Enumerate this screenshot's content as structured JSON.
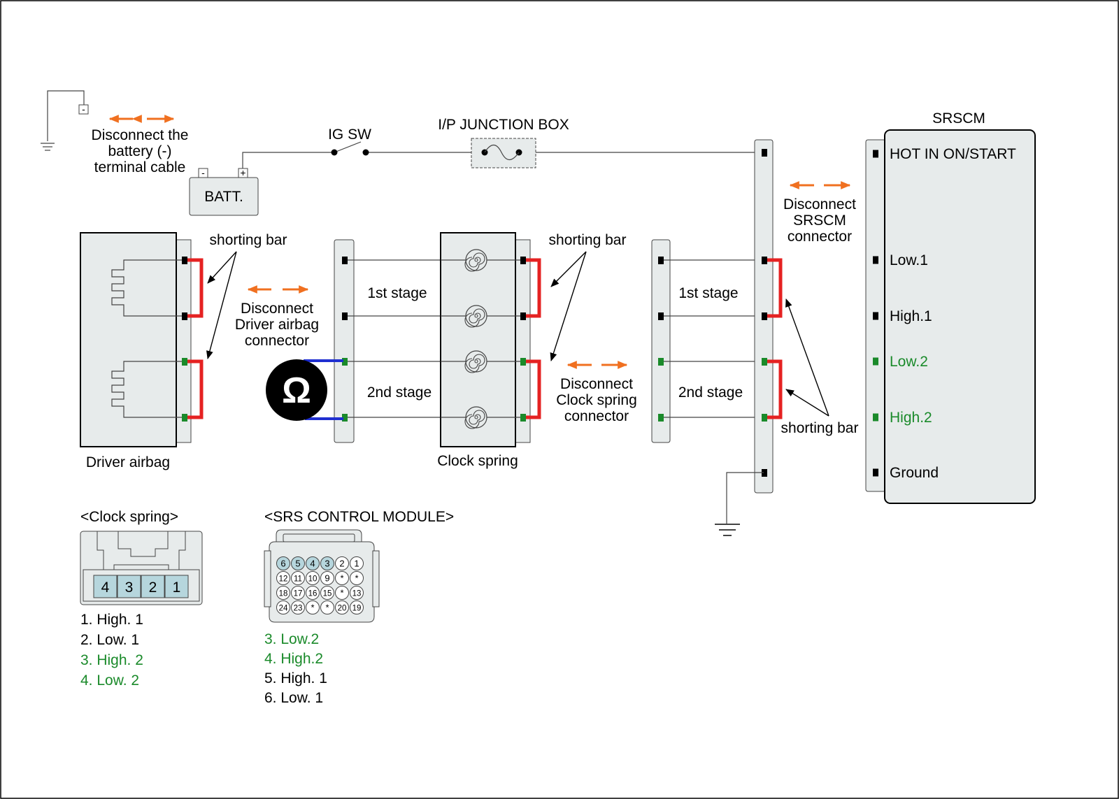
{
  "colors": {
    "wire": "#444444",
    "panel": "#e7ebeb",
    "shorting_bar": "#e52222",
    "meter_lead": "#1f2fd0",
    "arrow": "#f07020",
    "stage2": "#1a8a2a",
    "pin_fill": "#b6d6dd"
  },
  "labels": {
    "disconnect_battery": [
      "Disconnect the",
      "battery (-)",
      "terminal cable"
    ],
    "battery": "BATT.",
    "battery_neg": "-",
    "battery_pos": "+",
    "neg_terminal": "-",
    "ig_sw": "IG SW",
    "junction_box": "I/P JUNCTION BOX",
    "srscm": "SRSCM",
    "disconnect_srscm": [
      "Disconnect",
      "SRSCM",
      "connector"
    ],
    "shorting_bar": "shorting bar",
    "disconnect_driver": [
      "Disconnect",
      "Driver airbag",
      "connector"
    ],
    "disconnect_clock": [
      "Disconnect",
      "Clock spring",
      "connector"
    ],
    "first_stage": "1st stage",
    "second_stage": "2nd stage",
    "driver_airbag": "Driver airbag",
    "clock_spring": "Clock spring",
    "ohm_symbol": "Ω"
  },
  "srscm_terminals": [
    {
      "label": "HOT IN ON/START",
      "stage": 0
    },
    {
      "label": "Low.1",
      "stage": 1
    },
    {
      "label": "High.1",
      "stage": 1
    },
    {
      "label": "Low.2",
      "stage": 2
    },
    {
      "label": "High.2",
      "stage": 2
    },
    {
      "label": "Ground",
      "stage": 0
    }
  ],
  "clock_spring_connector": {
    "title": "<Clock spring>",
    "pins": [
      "4",
      "3",
      "2",
      "1"
    ],
    "legend": [
      {
        "text": "1. High. 1",
        "stage": 1
      },
      {
        "text": "2. Low. 1",
        "stage": 1
      },
      {
        "text": "3. High. 2",
        "stage": 2
      },
      {
        "text": "4. Low. 2",
        "stage": 2
      }
    ]
  },
  "srs_module_connector": {
    "title": "<SRS CONTROL MODULE>",
    "rows": [
      [
        "6",
        "5",
        "4",
        "3",
        "2",
        "1"
      ],
      [
        "12",
        "11",
        "10",
        "9",
        "*",
        "*"
      ],
      [
        "18",
        "17",
        "16",
        "15",
        "*",
        "13"
      ],
      [
        "24",
        "23",
        "*",
        "*",
        "20",
        "19"
      ]
    ],
    "highlighted": [
      "6",
      "5",
      "4",
      "3"
    ],
    "legend": [
      {
        "text": "3. Low.2",
        "stage": 2
      },
      {
        "text": "4. High.2",
        "stage": 2
      },
      {
        "text": "5. High. 1",
        "stage": 1
      },
      {
        "text": "6. Low. 1",
        "stage": 1
      }
    ]
  }
}
